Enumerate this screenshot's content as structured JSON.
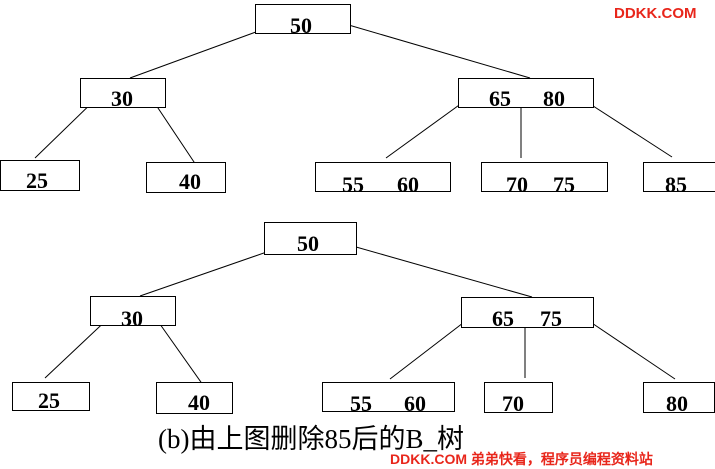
{
  "colors": {
    "line": "#000000",
    "watermark": "#e8261b",
    "text": "#000000"
  },
  "trees": [
    {
      "name": "tree-top",
      "nodes": [
        {
          "id": "top-root",
          "keys": [
            "50"
          ]
        },
        {
          "id": "top-left",
          "keys": [
            "30"
          ]
        },
        {
          "id": "top-right",
          "keys": [
            "65",
            "80"
          ]
        },
        {
          "id": "top-leaf-25",
          "keys": [
            "25"
          ]
        },
        {
          "id": "top-leaf-40",
          "keys": [
            "40"
          ]
        },
        {
          "id": "top-leaf-55-60",
          "keys": [
            "55",
            "60"
          ]
        },
        {
          "id": "top-leaf-70-75",
          "keys": [
            "70",
            "75"
          ]
        },
        {
          "id": "top-leaf-85",
          "keys": [
            "85"
          ]
        }
      ],
      "edges": [
        [
          "top-root",
          "top-left"
        ],
        [
          "top-root",
          "top-right"
        ],
        [
          "top-left",
          "top-leaf-25"
        ],
        [
          "top-left",
          "top-leaf-40"
        ],
        [
          "top-right",
          "top-leaf-55-60"
        ],
        [
          "top-right",
          "top-leaf-70-75"
        ],
        [
          "top-right",
          "top-leaf-85"
        ]
      ]
    },
    {
      "name": "tree-bottom",
      "nodes": [
        {
          "id": "bot-root",
          "keys": [
            "50"
          ]
        },
        {
          "id": "bot-left",
          "keys": [
            "30"
          ]
        },
        {
          "id": "bot-right",
          "keys": [
            "65",
            "75"
          ]
        },
        {
          "id": "bot-leaf-25",
          "keys": [
            "25"
          ]
        },
        {
          "id": "bot-leaf-40",
          "keys": [
            "40"
          ]
        },
        {
          "id": "bot-leaf-55-60",
          "keys": [
            "55",
            "60"
          ]
        },
        {
          "id": "bot-leaf-70",
          "keys": [
            "70"
          ]
        },
        {
          "id": "bot-leaf-80",
          "keys": [
            "80"
          ]
        }
      ],
      "edges": [
        [
          "bot-root",
          "bot-left"
        ],
        [
          "bot-root",
          "bot-right"
        ],
        [
          "bot-left",
          "bot-leaf-25"
        ],
        [
          "bot-left",
          "bot-leaf-40"
        ],
        [
          "bot-right",
          "bot-leaf-55-60"
        ],
        [
          "bot-right",
          "bot-leaf-70"
        ],
        [
          "bot-right",
          "bot-leaf-80"
        ]
      ]
    }
  ],
  "caption": "(b)由上图删除85后的B_树",
  "watermark_top": "DDKK.COM",
  "watermark_bottom": "DDKK.COM 弟弟快看，程序员编程资料站"
}
